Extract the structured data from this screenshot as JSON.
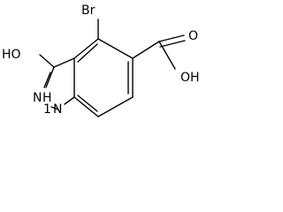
{
  "molecule": {
    "atoms": [
      {
        "id": "br",
        "label": "Br"
      },
      {
        "id": "oh1",
        "label": "HO"
      },
      {
        "id": "nh",
        "label": "N"
      },
      {
        "id": "nh2",
        "label": "N"
      },
      {
        "id": "h",
        "label": "H"
      },
      {
        "id": "h1",
        "label": "1"
      },
      {
        "id": "oh2",
        "label": "OH"
      },
      {
        "id": "o",
        "label": "O"
      }
    ]
  },
  "colors": {
    "bond": "#000000",
    "label": "#000000",
    "background": "#ffffff"
  }
}
